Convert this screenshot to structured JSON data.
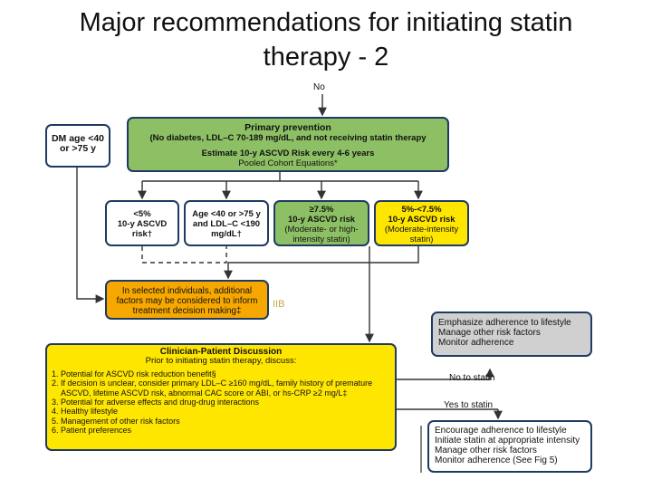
{
  "slide": {
    "title_line1": "Major recommendations for initiating statin",
    "title_line2": "therapy - 2"
  },
  "labels": {
    "top_no": "No",
    "iib": "IIB",
    "no_to_statin": "No to statin",
    "yes_to_statin": "Yes to statin"
  },
  "boxes": {
    "dm_age": {
      "line1": "DM age <40",
      "line2": "or >75 y"
    },
    "primary": {
      "title": "Primary prevention",
      "line2": "(No diabetes, LDL–C 70-189 mg/dL, and not receiving statin therapy",
      "line3": "Estimate 10-y ASCVD Risk every 4-6 years",
      "line4": "Pooled Cohort Equations*"
    },
    "lt5": {
      "line1": "<5%",
      "line2": "10-y ASCVD",
      "line3": "risk†"
    },
    "age_ldl": {
      "line1": "Age <40 or >75 y",
      "line2": "and LDL–C <190",
      "line3": "mg/dL†"
    },
    "ge75": {
      "line1": "≥7.5%",
      "line2": "10-y ASCVD risk",
      "line3": "(Moderate- or high-",
      "line4": "intensity statin)"
    },
    "mid": {
      "line1": "5%-<7.5%",
      "line2": "10-y ASCVD risk",
      "line3": "(Moderate-intensity",
      "line4": "statin)"
    },
    "selected": {
      "line1": "In selected individuals, additional",
      "line2": "factors may be considered to inform",
      "line3": "treatment decision making‡"
    },
    "discussion": {
      "title": "Clinician-Patient Discussion",
      "subtitle": "Prior to initiating statin therapy, discuss:",
      "items": [
        "1. Potential for ASCVD risk reduction benefit§",
        "2. If decision is unclear, consider primary LDL–C ≥160 mg/dL, family history of premature",
        "   ASCVD, lifetime ASCVD risk, abnormal CAC score or ABI, or hs-CRP ≥2 mg/L‡",
        "3. Potential for adverse effects and drug-drug interactions",
        "4. Healthy lifestyle",
        "5. Management of other risk factors",
        "6. Patient preferences"
      ]
    },
    "lifestyle": {
      "line1": "Emphasize adherence to lifestyle",
      "line2": "Manage other risk factors",
      "line3": "Monitor adherence"
    },
    "encourage": {
      "line1": "Encourage adherence to lifestyle",
      "line2": "Initiate statin at appropriate intensity",
      "line3": "Manage other risk factors",
      "line4": "Monitor adherence (See Fig 5)"
    }
  },
  "colors": {
    "green": "#8dc064",
    "yellow": "#ffe600",
    "orange": "#f7a800",
    "gray": "#d0d0d0",
    "border": "#1f3a63",
    "iib": "#c9a64a"
  }
}
